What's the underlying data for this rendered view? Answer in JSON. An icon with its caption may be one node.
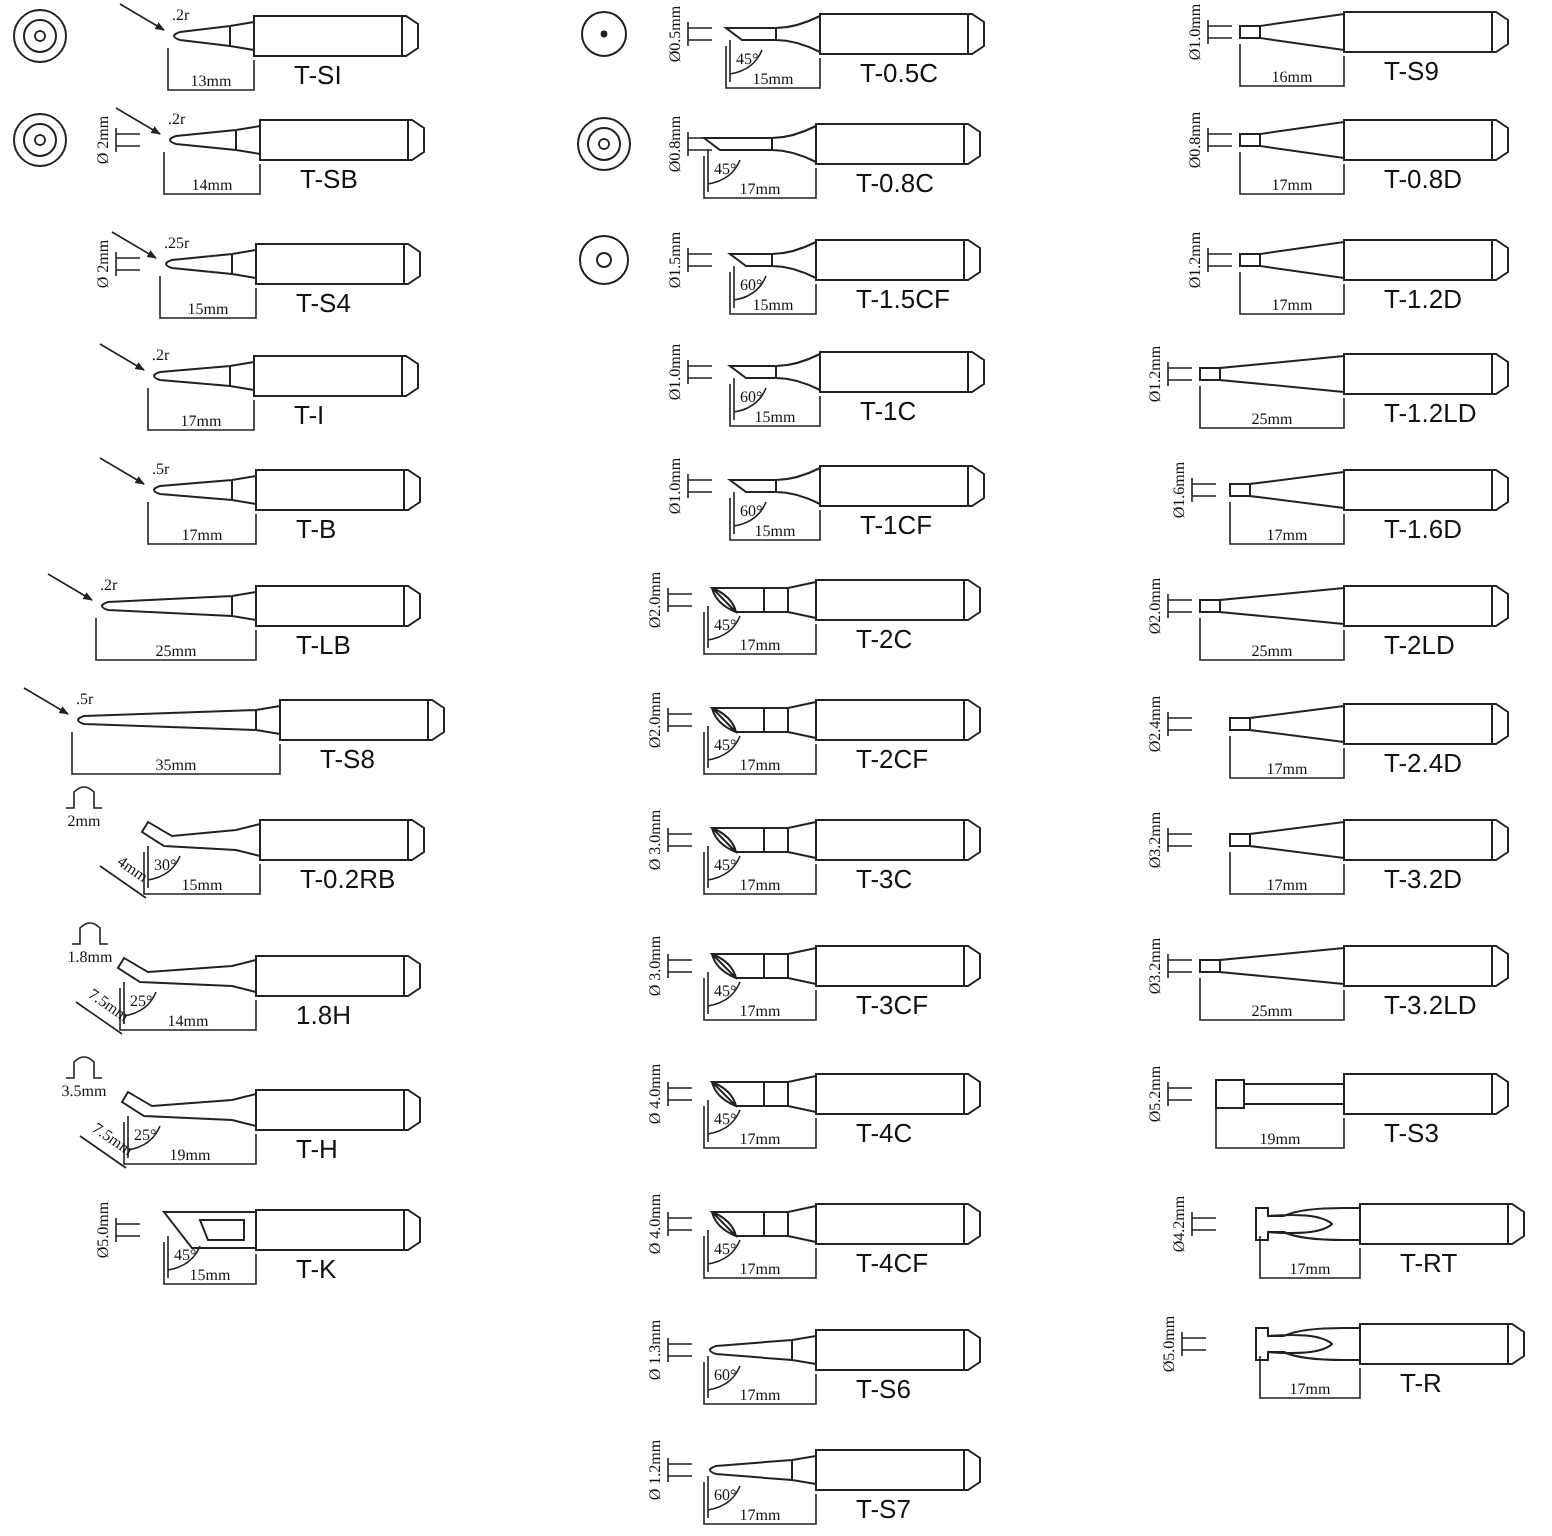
{
  "diagram": {
    "labels": [
      ".2r",
      "13mm",
      "T-SI",
      "Ø 2mm",
      ".2r",
      "14mm",
      "T-SB",
      "Ø 2mm",
      ".25r",
      "15mm",
      "T-S4",
      ".2r",
      "17mm",
      "T-I",
      ".5r",
      "17mm",
      "T-B",
      ".2r",
      "25mm",
      "T-LB",
      ".5r",
      "35mm",
      "T-S8",
      "2mm",
      "4mm",
      "30°",
      "15mm",
      "T-0.2RB",
      "1.8mm",
      "7.5mm",
      "25°",
      "14mm",
      "1.8H",
      "3.5mm",
      "7.5mm",
      "25°",
      "19mm",
      "T-H",
      "Ø5.0mm",
      "45°",
      "15mm",
      "T-K",
      "Ø0.5mm",
      "45°",
      "15mm",
      "T-0.5C",
      "Ø0.8mm",
      "45°",
      "17mm",
      "T-0.8C",
      "Ø1.5mm",
      "60°",
      "15mm",
      "T-1.5CF",
      "Ø1.0mm",
      "60°",
      "15mm",
      "T-1C",
      "Ø1.0mm",
      "60°",
      "15mm",
      "T-1CF",
      "Ø2.0mm",
      "45°",
      "17mm",
      "T-2C",
      "Ø2.0mm",
      "45°",
      "17mm",
      "T-2CF",
      "Ø 3.0mm",
      "45°",
      "17mm",
      "T-3C",
      "Ø 3.0mm",
      "45°",
      "17mm",
      "T-3CF",
      "Ø 4.0mm",
      "45°",
      "17mm",
      "T-4C",
      "Ø 4.0mm",
      "45°",
      "17mm",
      "T-4CF",
      "Ø 1.3mm",
      "60°",
      "17mm",
      "T-S6",
      "Ø 1.2mm",
      "60°",
      "17mm",
      "T-S7",
      "Ø1.0mm",
      "16mm",
      "T-S9",
      "Ø0.8mm",
      "17mm",
      "T-0.8D",
      "Ø1.2mm",
      "17mm",
      "T-1.2D",
      "Ø1.2mm",
      "25mm",
      "T-1.2LD",
      "Ø1.6mm",
      "17mm",
      "T-1.6D",
      "Ø2.0mm",
      "25mm",
      "T-2LD",
      "Ø2.4mm",
      "17mm",
      "T-2.4D",
      "Ø3.2mm",
      "17mm",
      "T-3.2D",
      "Ø3.2mm",
      "25mm",
      "T-3.2LD",
      "Ø5.2mm",
      "19mm",
      "T-S3",
      "Ø4.2mm",
      "17mm",
      "T-RT",
      "Ø5.0mm",
      "17mm",
      "T-R"
    ]
  }
}
